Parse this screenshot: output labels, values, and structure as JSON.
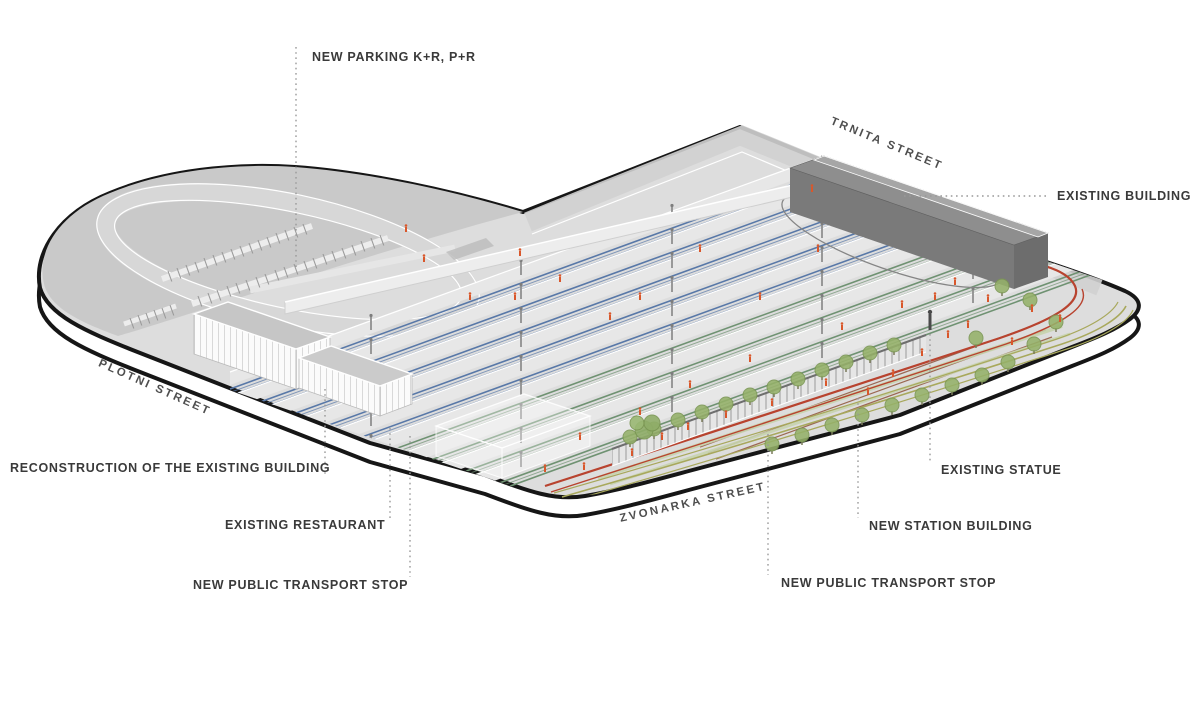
{
  "labels": {
    "new_parking": "NEW PARKING K+R, P+R",
    "trnita_street": "TRNITA STREET",
    "existing_building": "EXISTING BUILDING",
    "plotni_street": "PLOTNI STREET",
    "reconstruction": "RECONSTRUCTION OF THE EXISTING BUILDING",
    "existing_restaurant": "EXISTING RESTAURANT",
    "new_public_transport_stop_left": "NEW PUBLIC TRANSPORT STOP",
    "zvonarka_street": "ZVONARKA STREET",
    "existing_statue": "EXISTING STATUE",
    "new_station_building": "NEW STATION BUILDING",
    "new_public_transport_stop_right": "NEW PUBLIC TRANSPORT STOP"
  },
  "colors": {
    "track_blue": "#5878a8",
    "track_green": "#6f9272",
    "tram_red": "#b8432f",
    "lane_olive": "#a8a85c",
    "tree_green": "#95b169",
    "people_orange": "#d9572b",
    "plate_gray": "#dddddd",
    "dark_building_gray": "#7b7b7b",
    "label_text": "#3a3a3a"
  }
}
